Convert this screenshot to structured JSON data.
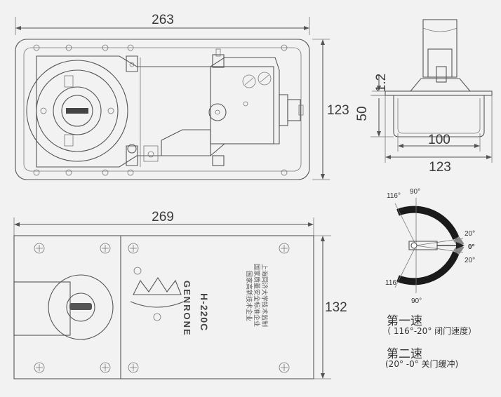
{
  "dimensions": {
    "top_width": "263",
    "top_height": "123",
    "bottom_width": "269",
    "bottom_height": "132",
    "side_depth": "50",
    "side_plate": "1.2",
    "side_inner_width": "100",
    "side_outer_width": "123"
  },
  "angles": {
    "a116_top": "116°",
    "a90_top": "90°",
    "a20_top": "20°",
    "a0": "0°",
    "a20_bottom": "20°",
    "a116_bottom": "116°",
    "a90_bottom": "90°"
  },
  "cover_text": {
    "model": "H-220C",
    "brand": "GENRONE",
    "notes": [
      "国家高新技术企业",
      "国家质量安全标准企业",
      "上海同济大学技术监制"
    ]
  },
  "speeds": {
    "first_title": "第一速",
    "first_desc": "（ 116°-20° 闭门速度）",
    "second_title": "第二速",
    "second_desc": "(20° -0° 关门缓冲)"
  },
  "colors": {
    "line": "#555555",
    "background": "#f2f2f2",
    "arc": "#1a1a1a",
    "arrow": "#222222"
  }
}
